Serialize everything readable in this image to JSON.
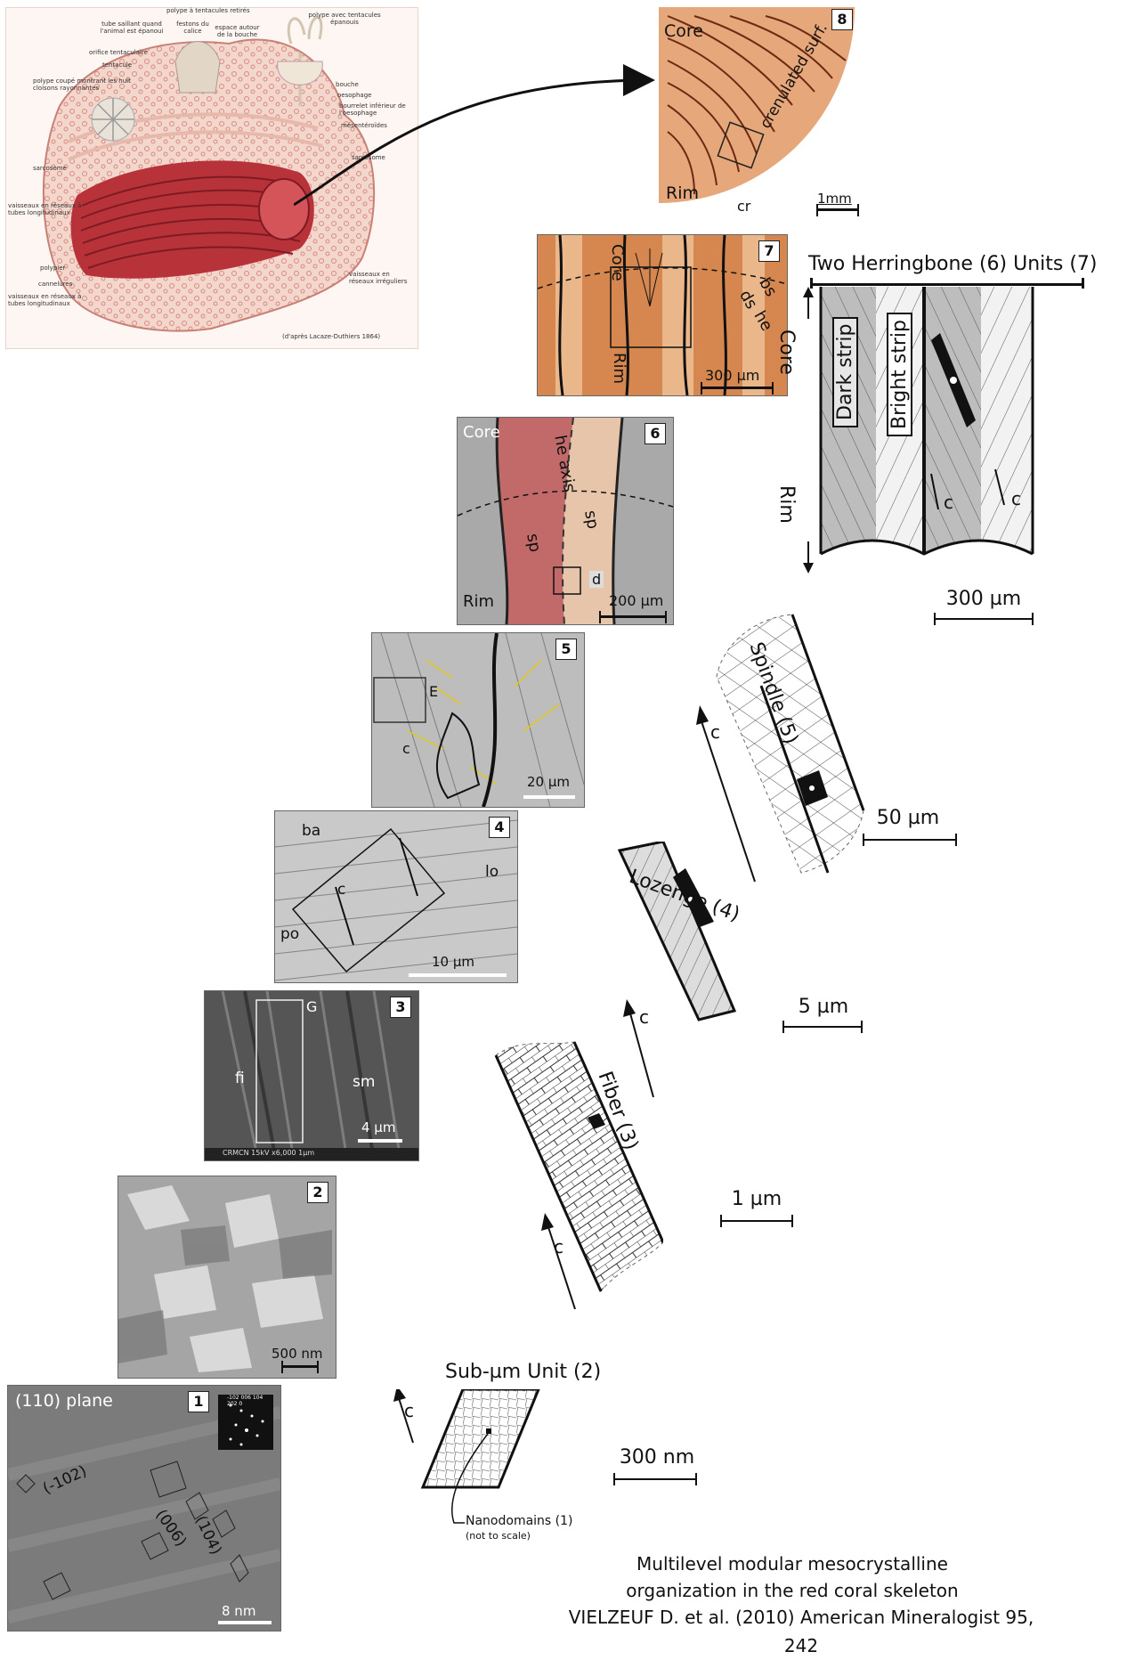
{
  "illustration": {
    "labels": {
      "l1": "polype à tentacules retirés",
      "l2": "polype avec tentacules épanouis",
      "l3": "tube saillant quand l'animal est épanoui",
      "l4": "festons du calice",
      "l5": "espace autour de la bouche",
      "l6": "orifice tentaculaire",
      "l7": "tentacule",
      "l8": "polype coupé montrant les huit cloisons rayonnantes",
      "l9": "bouche",
      "l10": "oesophage",
      "l11": "bourrelet inférieur de l'oesophage",
      "l12": "mésentéroïdes",
      "l13": "sarcosome",
      "l14": "sarcosome",
      "l15": "vaisseaux en réseaux à tubes longitudinaux",
      "l16": "polypier",
      "l17": "cannelures",
      "l18": "vaisseaux en réseaux à tubes longitudinaux",
      "l19": "vaisseaux en réseaux irréguliers",
      "credit": "(d'après Lacaze-Duthiers 1864)"
    }
  },
  "panels": {
    "p8": {
      "num": "8",
      "core": "Core",
      "rim": "Rim",
      "cr": "cr",
      "surf": "crenulated surf.",
      "scale": "1mm"
    },
    "p7": {
      "num": "7",
      "core": "Core",
      "rim": "Rim",
      "ds": "ds",
      "bs": "bs",
      "he": "he",
      "scale": "300 µm"
    },
    "p6": {
      "num": "6",
      "core": "Core",
      "rim": "Rim",
      "axis": "he axis",
      "sp1": "sp",
      "sp2": "sp",
      "d": "d",
      "scale": "200 µm"
    },
    "p5": {
      "num": "5",
      "E": "E",
      "c": "c",
      "scale": "20 µm"
    },
    "p4": {
      "num": "4",
      "ba": "ba",
      "lo": "lo",
      "po": "po",
      "c": "c",
      "scale": "10 µm"
    },
    "p3": {
      "num": "3",
      "G": "G",
      "fi": "fi",
      "sm": "sm",
      "scale": "4 µm",
      "footer": "CRMCN  15kV  x6,000  1µm"
    },
    "p2": {
      "num": "2",
      "scale": "500 nm"
    },
    "p1": {
      "num": "1",
      "title": "(110) plane",
      "l102": "(-102)",
      "l006": "(006)",
      "l104": "(104)",
      "scale": "8 nm",
      "diff": [
        "-102",
        "006",
        "104",
        "202",
        "0"
      ]
    }
  },
  "schematics": {
    "herringbone": {
      "title": "Two Herringbone (6) Units (7)",
      "dark": "Dark strip",
      "bright": "Bright strip",
      "core": "Core",
      "rim": "Rim",
      "c1": "c",
      "c2": "c",
      "scale": "300 µm"
    },
    "spindle": {
      "title": "Spindle (5)",
      "c": "c",
      "scale": "50 µm"
    },
    "lozenge": {
      "title": "Lozenge (4)",
      "c": "c",
      "scale": "5 µm"
    },
    "fiber": {
      "title": "Fiber (3)",
      "c": "c",
      "scale": "1 µm"
    },
    "subum": {
      "title": "Sub-µm Unit (2)",
      "c": "c",
      "nano": "Nanodomains (1)",
      "nano_note": "(not to scale)",
      "scale": "300 nm"
    }
  },
  "caption": {
    "line1": "Multilevel modular mesocrystalline",
    "line2": "organization in the red coral skeleton",
    "line3": "VIELZEUF D. et al. (2010) American Mineralogist 95, 242"
  },
  "colors": {
    "coral_red": "#b8323a",
    "coral_pink": "#f0c9bd",
    "panel_brown": "#c77a4a",
    "sem_gray": "#8a8a8a"
  }
}
